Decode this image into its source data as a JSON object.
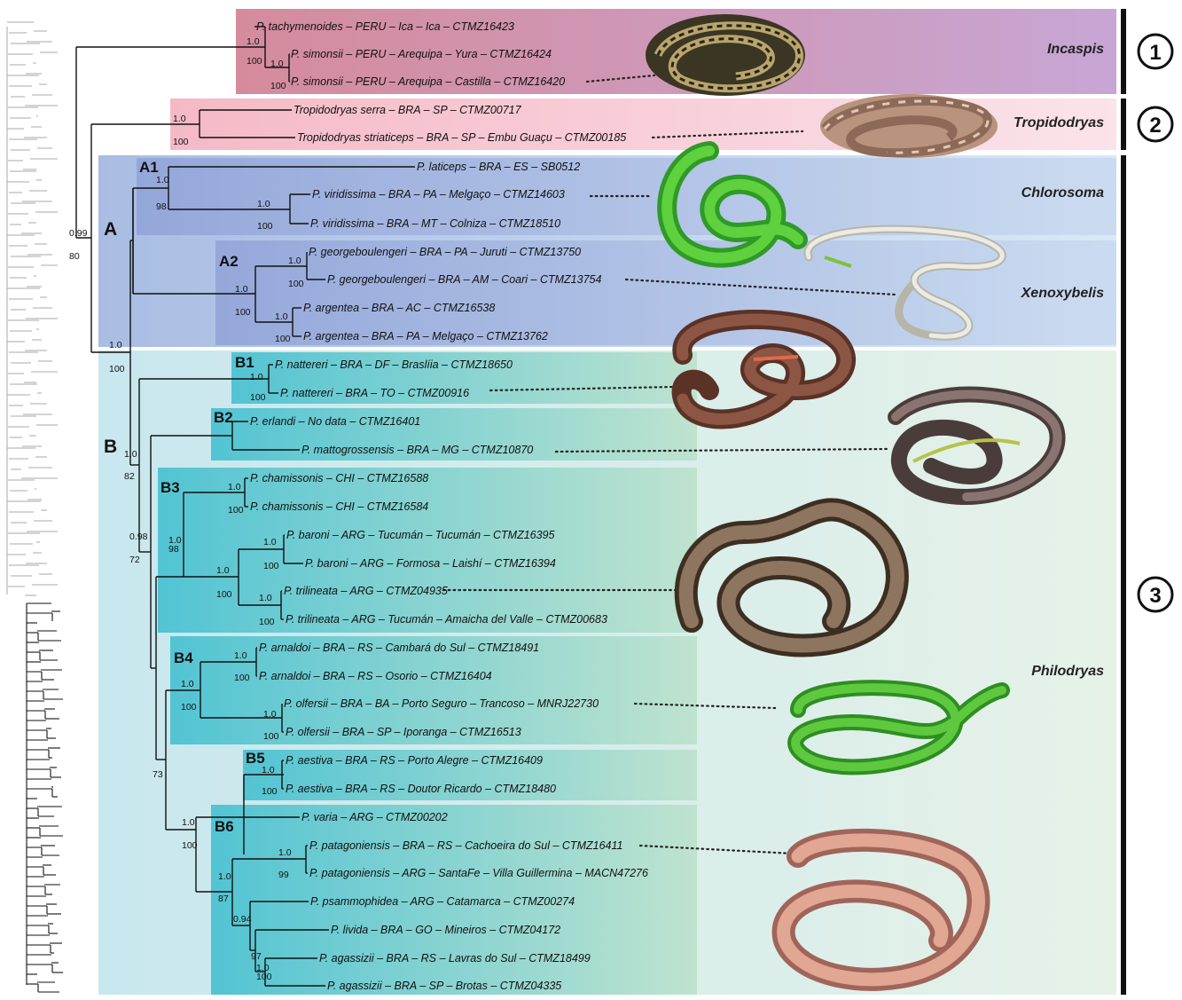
{
  "tips": [
    {
      "label": "P. tachymenoides – PERU – Ica – Ica – CTMZ16423"
    },
    {
      "label": "P. simonsii – PERU – Arequipa – Yura – CTMZ16424"
    },
    {
      "label": "P. simonsii – PERU – Arequipa – Castilla – CTMZ16420"
    },
    {
      "label": "Tropidodryas serra – BRA – SP – CTMZ00717"
    },
    {
      "label": "Tropidodryas striaticeps – BRA – SP – Embu Guaçu – CTMZ00185"
    },
    {
      "label": "P. laticeps – BRA – ES – SB0512"
    },
    {
      "label": "P. viridissima – BRA – PA – Melgaço – CTMZ14603"
    },
    {
      "label": "P. viridissima – BRA – MT – Colniza – CTMZ18510"
    },
    {
      "label": "P. georgeboulengeri – BRA – PA – Juruti – CTMZ13750"
    },
    {
      "label": "P. georgeboulengeri – BRA – AM – Coari – CTMZ13754"
    },
    {
      "label": "P. argentea – BRA – AC – CTMZ16538"
    },
    {
      "label": "P. argentea – BRA – PA – Melgaço – CTMZ13762"
    },
    {
      "label": "P. nattereri – BRA – DF – Braslíia – CTMZ18650"
    },
    {
      "label": "P. nattereri – BRA – TO – CTMZ00916"
    },
    {
      "label": "P. erlandi – No data – CTMZ16401"
    },
    {
      "label": "P. mattogrossensis – BRA – MG – CTMZ10870"
    },
    {
      "label": "P. chamissonis – CHI – CTMZ16588"
    },
    {
      "label": "P. chamissonis – CHI – CTMZ16584"
    },
    {
      "label": "P. baroni – ARG – Tucumán – Tucumán – CTMZ16395"
    },
    {
      "label": "P. baroni – ARG – Formosa – Laishí – CTMZ16394"
    },
    {
      "label": "P. trilineata – ARG – CTMZ04935"
    },
    {
      "label": "P. trilineata – ARG – Tucumán – Amaicha del Valle – CTMZ00683"
    },
    {
      "label": "P. arnaldoi – BRA – RS – Cambará do Sul – CTMZ18491"
    },
    {
      "label": "P. arnaldoi – BRA – RS – Osorio – CTMZ16404"
    },
    {
      "label": "P. olfersii – BRA – BA – Porto Seguro – Trancoso – MNRJ22730"
    },
    {
      "label": "P. olfersii – BRA – SP – Iporanga – CTMZ16513"
    },
    {
      "label": "P. aestiva – BRA – RS – Porto Alegre – CTMZ16409"
    },
    {
      "label": "P. aestiva – BRA – RS – Doutor Ricardo – CTMZ18480"
    },
    {
      "label": "P. varia – ARG – CTMZ00202"
    },
    {
      "label": "P. patagoniensis – BRA – RS – Cachoeira do Sul – CTMZ16411"
    },
    {
      "label": "P. patagoniensis – ARG – SantaFe – Villa Guillermina – MACN47276"
    },
    {
      "label": "P. psammophidea – ARG – Catamarca – CTMZ00274"
    },
    {
      "label": "P. livida – BRA – GO – Mineiros – CTMZ04172"
    },
    {
      "label": "P. agassizii – BRA – RS – Lavras do Sul – CTMZ18499"
    },
    {
      "label": "P. agassizii – BRA – SP – Brotas – CTMZ04335"
    }
  ],
  "node_support": [
    {
      "pp": "1.0",
      "bs": "100"
    },
    {
      "pp": "1.0",
      "bs": "100"
    },
    {
      "pp": "1.0",
      "bs": "100"
    },
    {
      "pp": "0.99",
      "bs": "80"
    },
    {
      "pp": "1.0",
      "bs": "98"
    },
    {
      "pp": "1.0",
      "bs": "100"
    },
    {
      "pp": "1.0",
      "bs": "100"
    },
    {
      "pp": "1.0",
      "bs": "100"
    },
    {
      "pp": "1.0",
      "bs": "100"
    },
    {
      "pp": "1.0",
      "bs": "100"
    },
    {
      "pp": "1.0",
      "bs": "100"
    },
    {
      "pp": "1.0",
      "bs": "82"
    },
    {
      "pp": "0.98",
      "bs": "72"
    },
    {
      "pp": "1.0",
      "bs": "100"
    },
    {
      "pp": "1.0",
      "bs": "98"
    },
    {
      "pp": "1.0",
      "bs": "100"
    },
    {
      "pp": "1.0",
      "bs": "100"
    },
    {
      "pp": "1.0",
      "bs": "100"
    },
    {
      "pp": "",
      "bs": "73"
    },
    {
      "pp": "1.0",
      "bs": "100"
    },
    {
      "pp": "1.0",
      "bs": "100"
    },
    {
      "pp": "1.0",
      "bs": "100"
    },
    {
      "pp": "1.0",
      "bs": "100"
    },
    {
      "pp": "1.0",
      "bs": "100"
    },
    {
      "pp": "1.0",
      "bs": "99"
    },
    {
      "pp": "1.0",
      "bs": "87"
    },
    {
      "pp": "0.94",
      "bs": ""
    },
    {
      "pp": "",
      "bs": "97"
    },
    {
      "pp": "1.0",
      "bs": "100"
    }
  ],
  "clades": [
    "A",
    "A1",
    "A2",
    "B",
    "B1",
    "B2",
    "B3",
    "B4",
    "B5",
    "B6"
  ],
  "genera": [
    "Incaspis",
    "Tropidodryas",
    "Chlorosoma",
    "Xenoxybelis",
    "Philodryas"
  ],
  "groups": [
    "1",
    "2",
    "3"
  ],
  "colors": {
    "incaspis": "#d08da0",
    "tropidodryas": "#f6c4cf",
    "chlorosoma": "#b8cdea",
    "philodryas": "#d8ecec",
    "subclade": "#5bc6d2"
  },
  "icons": [
    "snake-photo-incaspis",
    "snake-photo-tropidodryas",
    "snake-photo-chlorosoma",
    "snake-photo-xenoxybelis",
    "snake-photo-nattereri",
    "snake-photo-mattogrossensis",
    "snake-photo-trilineata",
    "snake-photo-olfersii",
    "snake-photo-patagoniensis"
  ]
}
